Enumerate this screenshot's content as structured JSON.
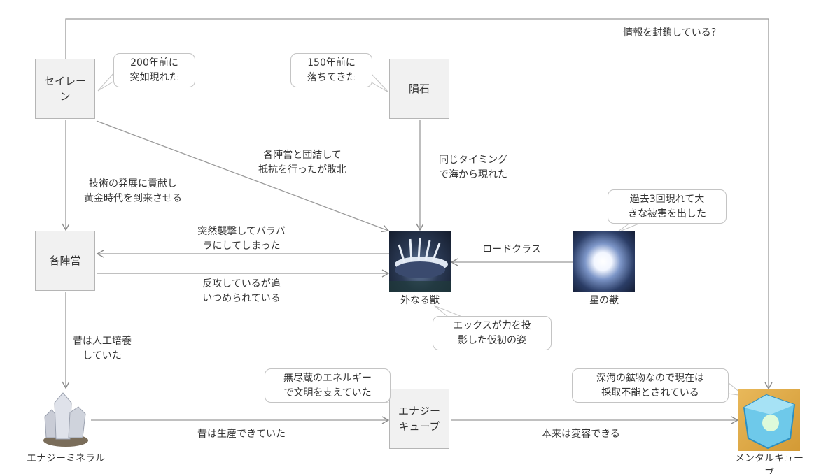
{
  "nodes": {
    "siren": "セイレーン",
    "meteor": "隕石",
    "factions": "各陣営",
    "outer_beast": "外なる獣",
    "star_beast": "星の獣",
    "energy_mineral": "エナジーミネラル",
    "energy_cube": "エナジーキューブ",
    "mental_cube": "メンタルキューブ"
  },
  "callouts": {
    "siren": "200年前に\n突如現れた",
    "meteor": "150年前に\n落ちてきた",
    "star_beast": "過去3回現れて大\nきな被害を出した",
    "outer_beast": "エックスが力を投\n影した仮初の姿",
    "energy_cube": "無尽蔵のエネルギー\nで文明を支えていた",
    "mental_cube": "深海の鉱物なので現在は\n採取不能とされている"
  },
  "edges": {
    "siren_to_mental": "情報を封鎖している？",
    "siren_to_outer": "各陣営と団結して\n抵抗を行ったが敗北",
    "meteor_to_outer": "同じタイミング\nで海から現れた",
    "siren_to_factions": "技術の発展に貢献し\n黄金時代を到来させる",
    "outer_to_factions": "突然襲撃してバラバ\nラにしてしまった",
    "factions_to_outer": "反攻しているが追\nいつめられている",
    "star_to_outer": "ロードクラス",
    "factions_to_mineral": "昔は人工培養\nしていた",
    "mineral_to_cube": "昔は生産できていた",
    "cube_to_mental": "本来は変容できる"
  }
}
